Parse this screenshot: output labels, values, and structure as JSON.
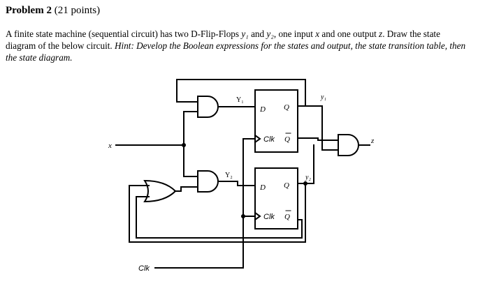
{
  "problem": {
    "number_label": "Problem 2",
    "points_label": "(21 points)",
    "statement": {
      "t1": "A finite state machine (sequential circuit) has two D-Flip-Flops ",
      "v_y1": "y₁",
      "t2": " and ",
      "v_y2": "y₂",
      "t3": ", one input ",
      "v_x": "x",
      "t4": " and one output ",
      "v_z": "z",
      "t5": ". Draw the state diagram of the below circuit. ",
      "hint": "Hint: Develop the Boolean expressions for the states and output, the state transition table, then the state diagram."
    }
  },
  "circuit": {
    "input_label": "x",
    "output_label": "z",
    "clock_label": "Clk",
    "wire_label_Y1": "Y₁",
    "wire_label_Y2": "Y₂",
    "wire_label_y1": "y₁",
    "wire_label_y2": "y₂",
    "ff": {
      "d_label": "D",
      "q_label": "Q",
      "qbar_label": "Q",
      "clk_label": "Clk"
    }
  }
}
